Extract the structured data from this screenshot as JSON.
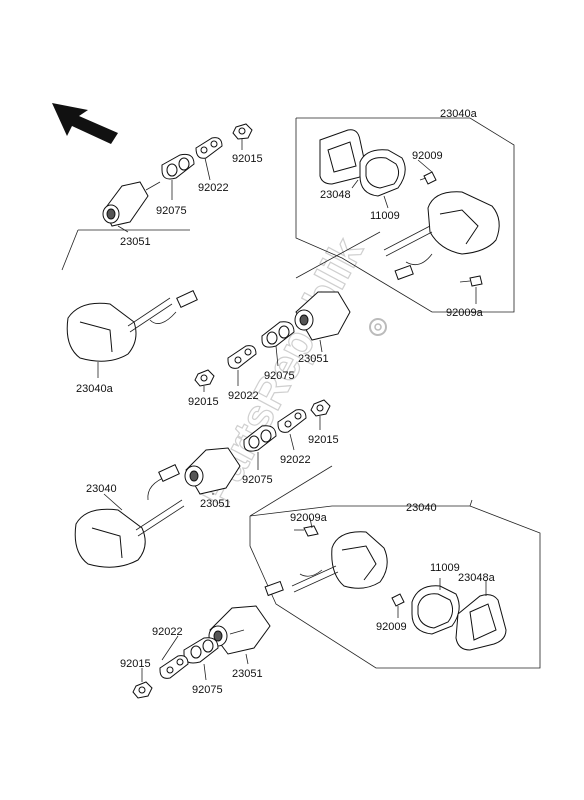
{
  "labels": {
    "top_left_23051": "23051",
    "top_left_92075": "92075",
    "top_left_92022": "92022",
    "top_left_92015": "92015",
    "top_left_23040a": "23040a",
    "box1_23040a": "23040a",
    "box1_23048": "23048",
    "box1_11009": "11009",
    "box1_92009": "92009",
    "box1_92009a": "92009a",
    "mid_23051": "23051",
    "mid_92075": "92075",
    "mid_92022": "92022",
    "mid_92015": "92015",
    "low_92015": "92015",
    "low_92022": "92022",
    "low_92075": "92075",
    "low_23051": "23051",
    "low_23040": "23040",
    "box2_23040": "23040",
    "box2_92009a": "92009a",
    "box2_11009": "11009",
    "box2_23048a": "23048a",
    "box2_92009": "92009",
    "bot_92022": "92022",
    "bot_92015": "92015",
    "bot_92075": "92075",
    "bot_23051": "23051"
  },
  "watermark": "PartsRepublik"
}
